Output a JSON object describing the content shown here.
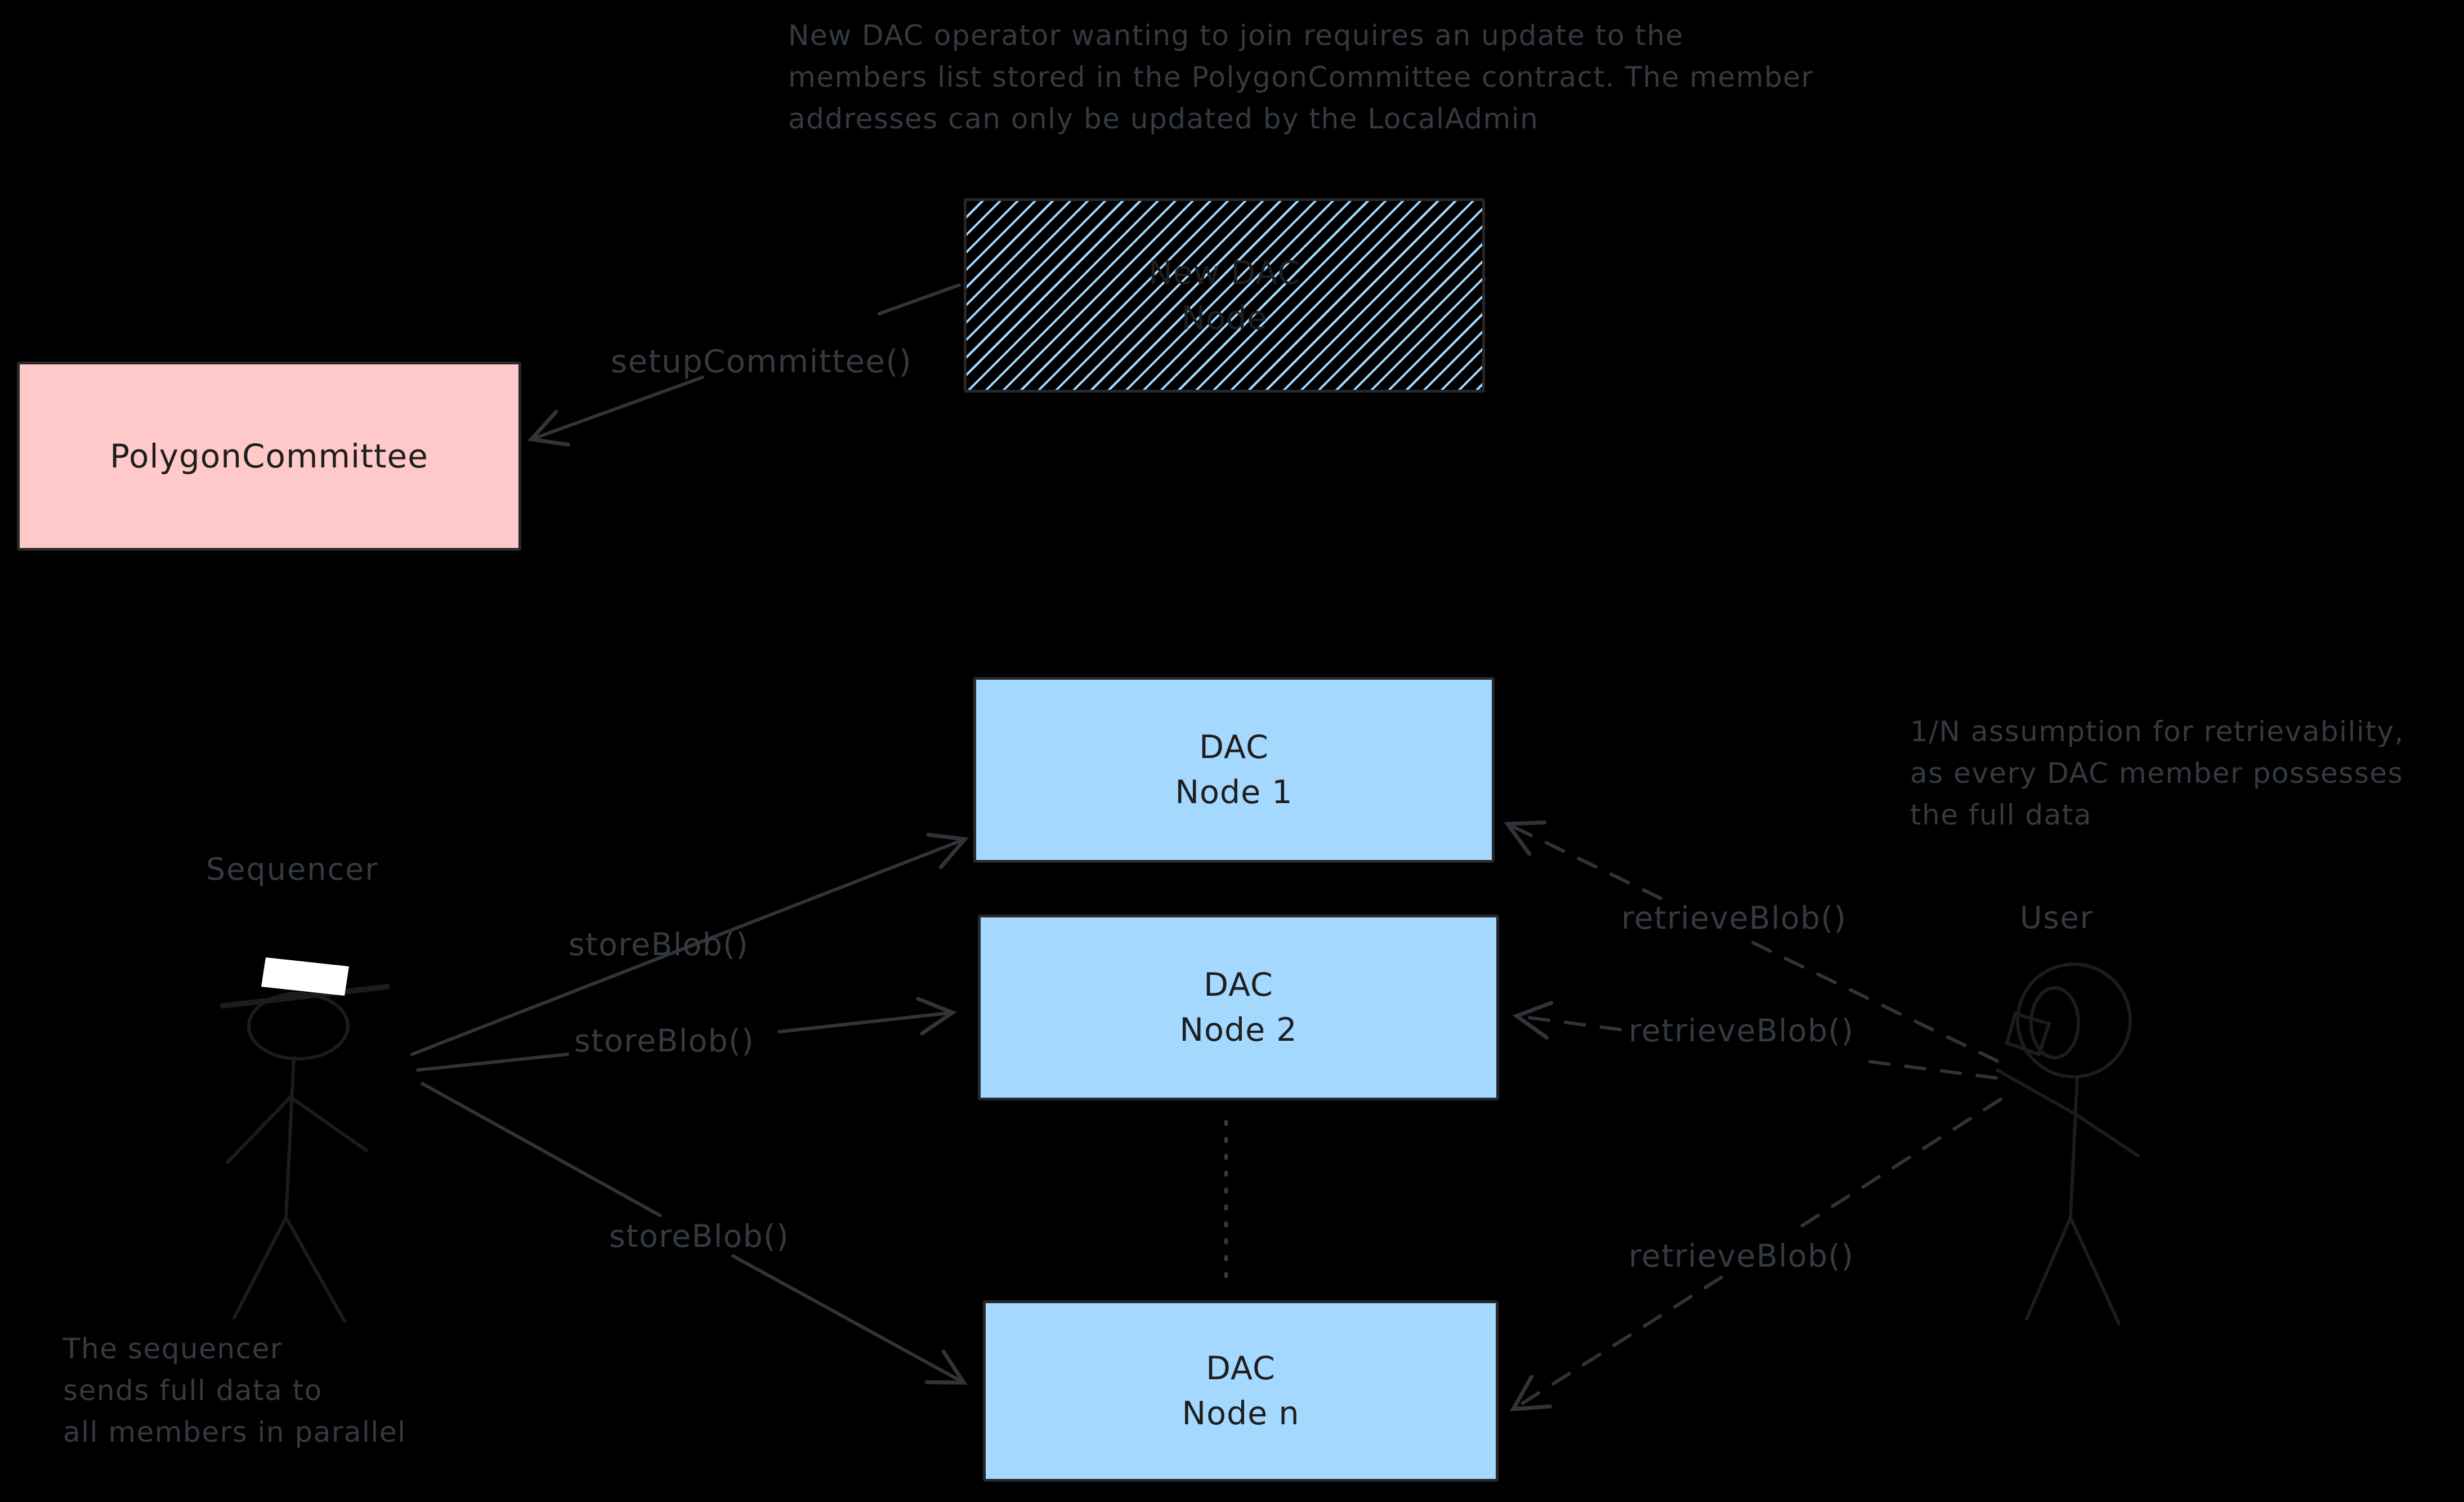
{
  "annotations": {
    "join_note": {
      "lines": [
        "New DAC operator wanting to join requires an update to the",
        "members list stored in the PolygonCommittee contract. The member",
        "addresses can only be updated by the LocalAdmin"
      ]
    },
    "retrieval_note": {
      "lines": [
        "1/N assumption for retrievability,",
        "as every DAC member possesses",
        "the full data"
      ]
    },
    "parallel_note": {
      "lines": [
        "The sequencer",
        "sends full data to",
        "all members in parallel"
      ]
    }
  },
  "boxes": {
    "polygon_committee": {
      "label": "PolygonCommittee"
    },
    "new_dac_node": {
      "line1": "New DAC",
      "line2": "Node"
    },
    "dac_node_1": {
      "line1": "DAC",
      "line2": "Node 1"
    },
    "dac_node_2": {
      "line1": "DAC",
      "line2": "Node 2"
    },
    "dac_node_n": {
      "line1": "DAC",
      "line2": "Node n"
    }
  },
  "actors": {
    "sequencer_label": "Sequencer",
    "user_label": "User"
  },
  "edges": {
    "setup_committee": {
      "label": "setupCommittee()"
    },
    "store_blob_1": {
      "label": "storeBlob()"
    },
    "store_blob_2": {
      "label": "storeBlob()"
    },
    "store_blob_n": {
      "label": "storeBlob()"
    },
    "retrieve_blob_1": {
      "label": "retrieveBlob()"
    },
    "retrieve_blob_2": {
      "label": "retrieveBlob()"
    },
    "retrieve_blob_n": {
      "label": "retrieveBlob()"
    }
  },
  "colors": {
    "background": "#000000",
    "committee_fill": "#ffc9c9",
    "dac_fill": "#a5d8ff",
    "hatch_stroke": "#a5d8ff",
    "box_border": "#26282b",
    "box_text": "#1e1e1e",
    "annotation_text": "#343a40",
    "connector_stroke": "#303438",
    "figure_stroke": "#1c1c1c",
    "hat_fill": "#ffffff"
  }
}
